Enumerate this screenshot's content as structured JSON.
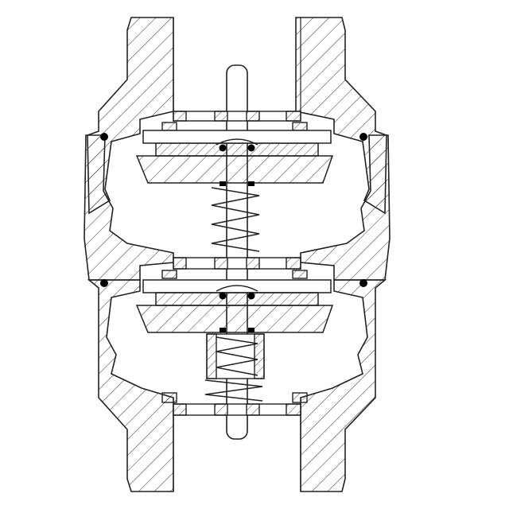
{
  "drawing": {
    "kind": "cross-section engineering drawing of a double check valve",
    "colors": {
      "background": "#ffffff",
      "line": "#222222",
      "hatch": "#333333",
      "seal": "#000000"
    },
    "components": {
      "body_halves": 3,
      "check_discs": 2,
      "springs": 3,
      "o_ring_seals": 4,
      "stem_seals": 6
    }
  }
}
